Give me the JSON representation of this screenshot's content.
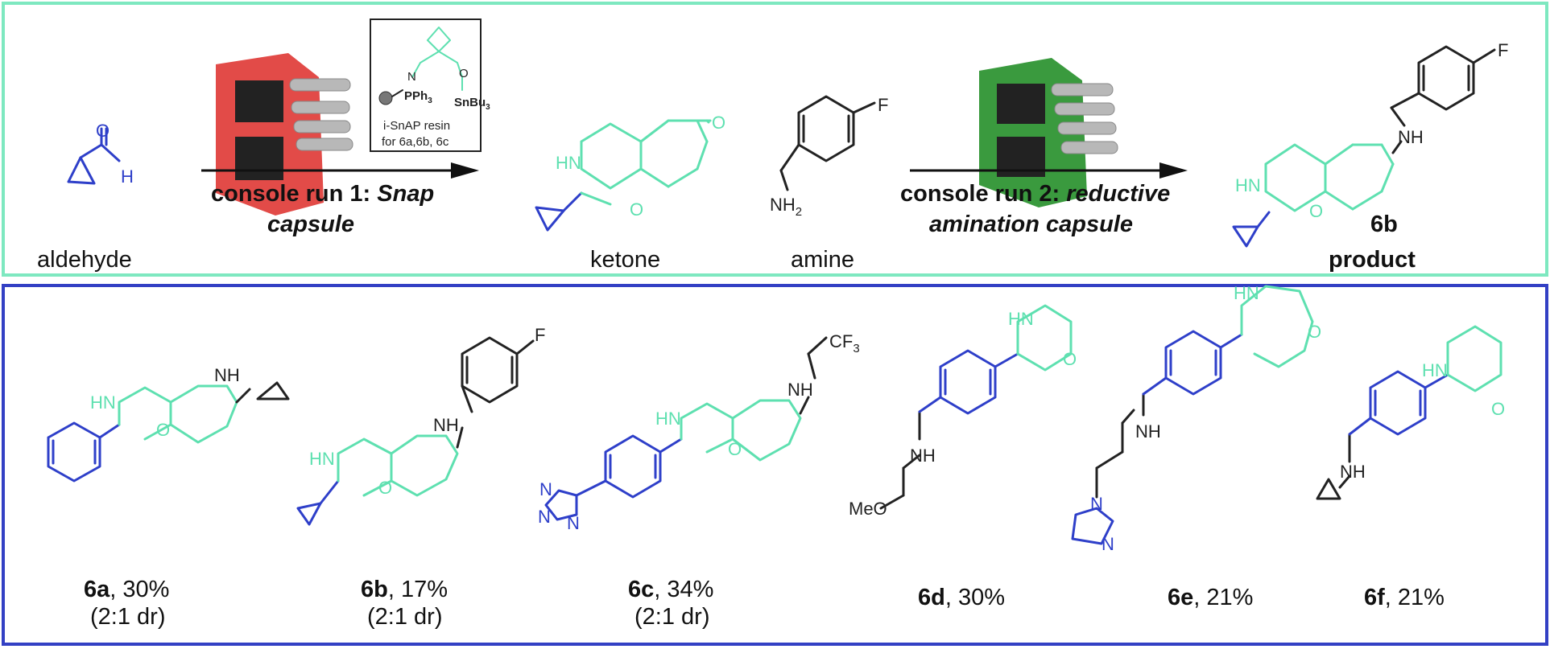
{
  "colors": {
    "top_border": "#7ee8c0",
    "bottom_border": "#3340c4",
    "scaffold": "#5ee0b0",
    "aldehyde_part": "#2e3fc9",
    "amine_part": "#222222",
    "capsule_red": "#e24b48",
    "capsule_green": "#3a9a3e"
  },
  "top": {
    "aldehyde_label": "aldehyde",
    "ketone_label": "ketone",
    "amine_label": "amine",
    "product_label": "product",
    "product_id": "6b",
    "step1_line1": "console run 1: ",
    "step1_italic1": "Snap",
    "step1_line2": "capsule",
    "step2_line1": "console run 2: ",
    "step2_italic1": "reductive",
    "step2_line2": "amination capsule",
    "resin_name": "i-SnAP resin",
    "resin_for": "for 6a,6b, 6c",
    "resin_pph3": "PPh",
    "resin_sub3": "3",
    "resin_snbu": "SnBu",
    "resin_sub3b": "3",
    "resin_n": "N",
    "resin_o": "O",
    "atoms": {
      "O": "O",
      "H": "H",
      "HN": "HN",
      "NH": "NH",
      "NH2": "NH",
      "sub2": "2",
      "F": "F"
    }
  },
  "compounds": [
    {
      "id": "6a",
      "yield": ", 30%",
      "dr": "(2:1 dr)"
    },
    {
      "id": "6b",
      "yield": ", 17%",
      "dr": "(2:1 dr)"
    },
    {
      "id": "6c",
      "yield": ", 34%",
      "dr": "(2:1 dr)"
    },
    {
      "id": "6d",
      "yield": ", 30%",
      "dr": ""
    },
    {
      "id": "6e",
      "yield": ", 21%",
      "dr": ""
    },
    {
      "id": "6f",
      "yield": ", 21%",
      "dr": ""
    }
  ],
  "atoms_bottom": {
    "HN": "HN",
    "NH": "NH",
    "O": "O",
    "F": "F",
    "CF3": "CF",
    "sub3": "3",
    "MeO": "MeO",
    "N": "N"
  }
}
